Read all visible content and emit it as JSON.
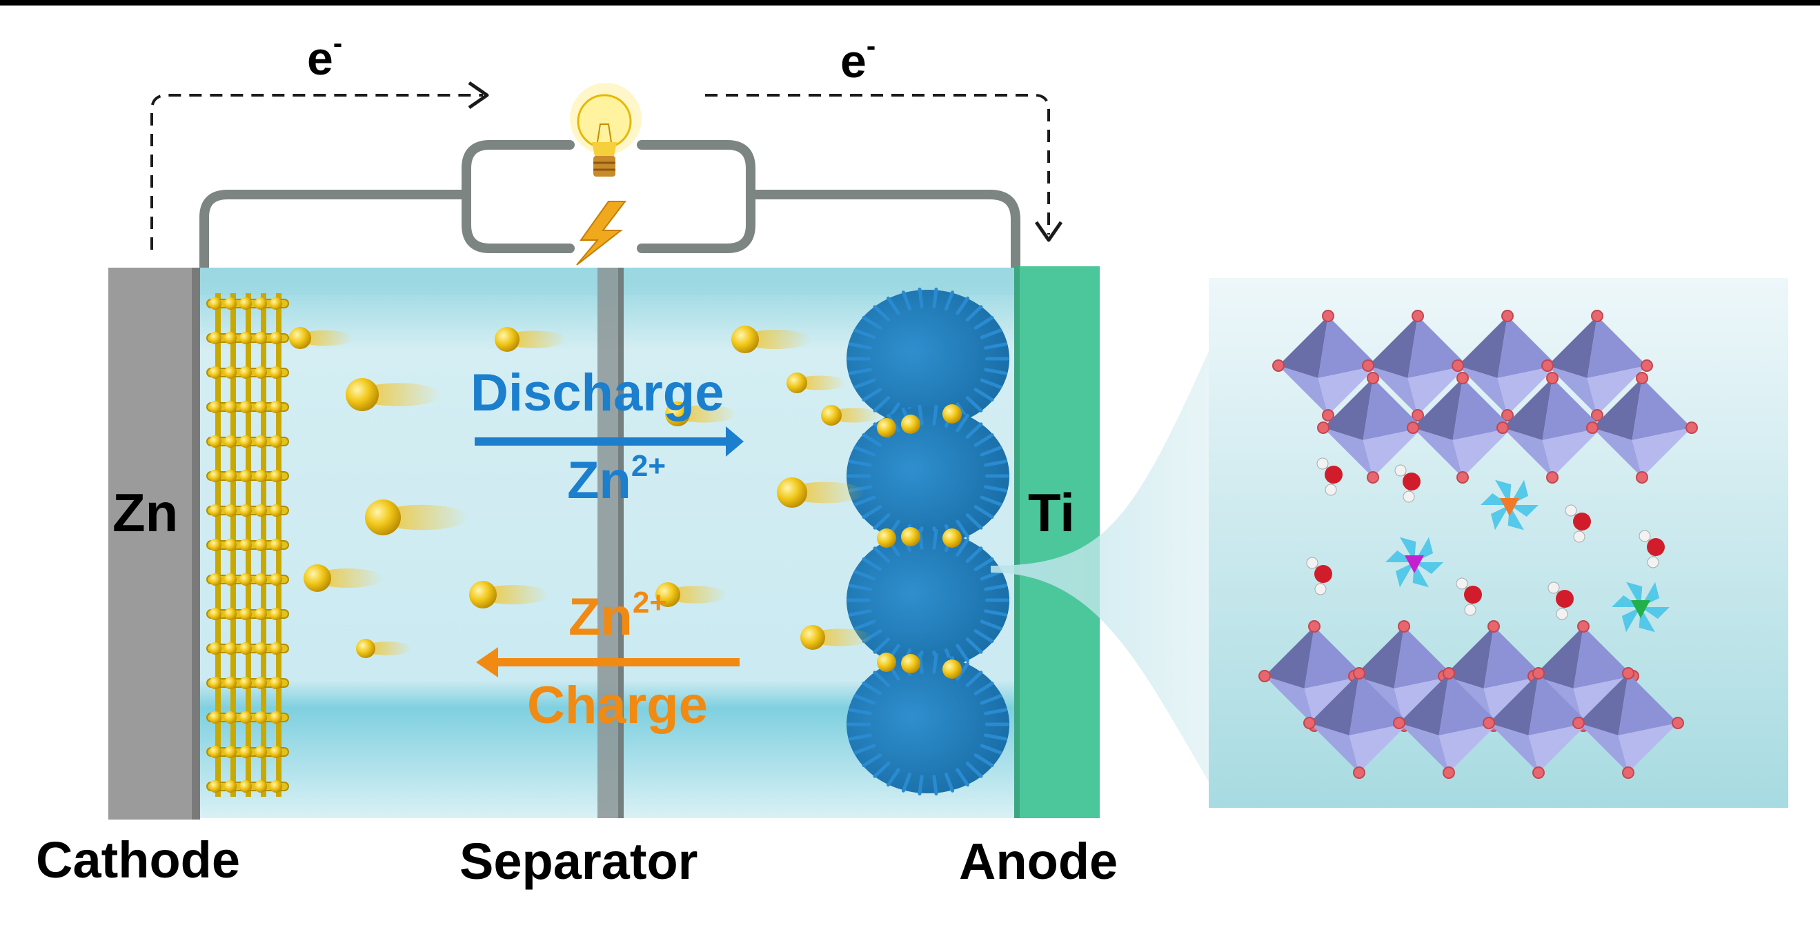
{
  "electron_label": "e",
  "electron_charge": "-",
  "electrodes": {
    "cathode_material": "Zn",
    "anode_material": "Ti"
  },
  "process": {
    "discharge_label": "Discharge",
    "charge_label": "Charge",
    "ion_base": "Zn",
    "ion_charge": "2+"
  },
  "captions": {
    "cathode": "Cathode",
    "separator": "Separator",
    "anode": "Anode"
  },
  "colors": {
    "zinc_gray": "#9b9b9b",
    "titanium_green": "#4cc79b",
    "electrolyte": "#bfe8ef",
    "discharge_blue": "#1b7fce",
    "charge_orange": "#f08a13",
    "ion_gold": "#e3b60f",
    "octahedron": "#8b8fd0",
    "oxygen": "#e8666e"
  }
}
